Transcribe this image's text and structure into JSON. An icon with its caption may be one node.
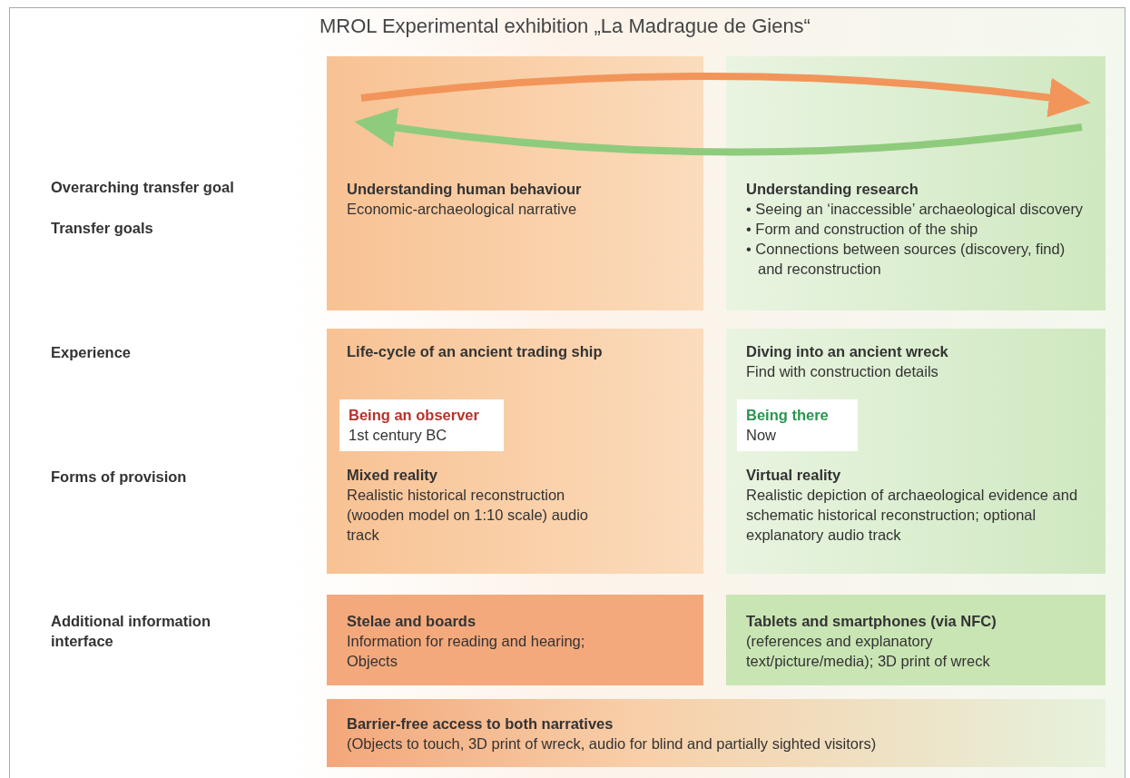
{
  "diagram": {
    "title": "MROL Experimental exhibition „La Madrague de Giens“",
    "nodes": [
      {
        "text": [
          "Understanding human behaviour",
          "Economic-archaeological narrative"
        ]
      },
      {
        "text": [
          "Understanding  research",
          "• Seeing an ‘inaccessible’ archaeological discovery",
          "• Form and construction of the ship",
          "• Connections between sources (discovery, find) and reconstruction"
        ]
      },
      {
        "text": [
          "Life-cycle of an ancient trading ship",
          "Mixed  reality",
          "Realistic historical reconstruction (wooden model on 1:10 scale) audio track"
        ]
      },
      {
        "text": [
          "Being an observer",
          "1st century BC"
        ],
        "in": 2
      },
      {
        "text": [
          "Diving into an ancient wreck",
          "Find with construction details",
          "Virtual reality",
          "Realistic depiction of archaeological evidence and schematic historical reconstruction; optional explanatory audio track"
        ]
      },
      {
        "text": [
          "Being there",
          "Now"
        ],
        "in": 4
      },
      {
        "text": [
          "Stelae and boards",
          "Information for reading and hearing; Objects"
        ]
      },
      {
        "text": [
          "Tablets and smartphones (via NFC)",
          "(references and explanatory text/picture/media); 3D print of wreck"
        ]
      },
      {
        "text": [
          "Barrier-free access to both narratives",
          "(Objects to touch, 3D print of wreck, audio for blind and partially sighted visitors)"
        ]
      }
    ],
    "edges": [
      {
        "from": 0,
        "to": 1,
        "arrow": "to",
        "color": "#f2955a"
      },
      {
        "from": 1,
        "to": 0,
        "arrow": "to",
        "color": "#8fcb7d"
      }
    ],
    "labels": [
      "Overarching transfer goal",
      "Transfer goals",
      "Experience",
      "Forms of provision",
      "Additional information interface"
    ]
  }
}
